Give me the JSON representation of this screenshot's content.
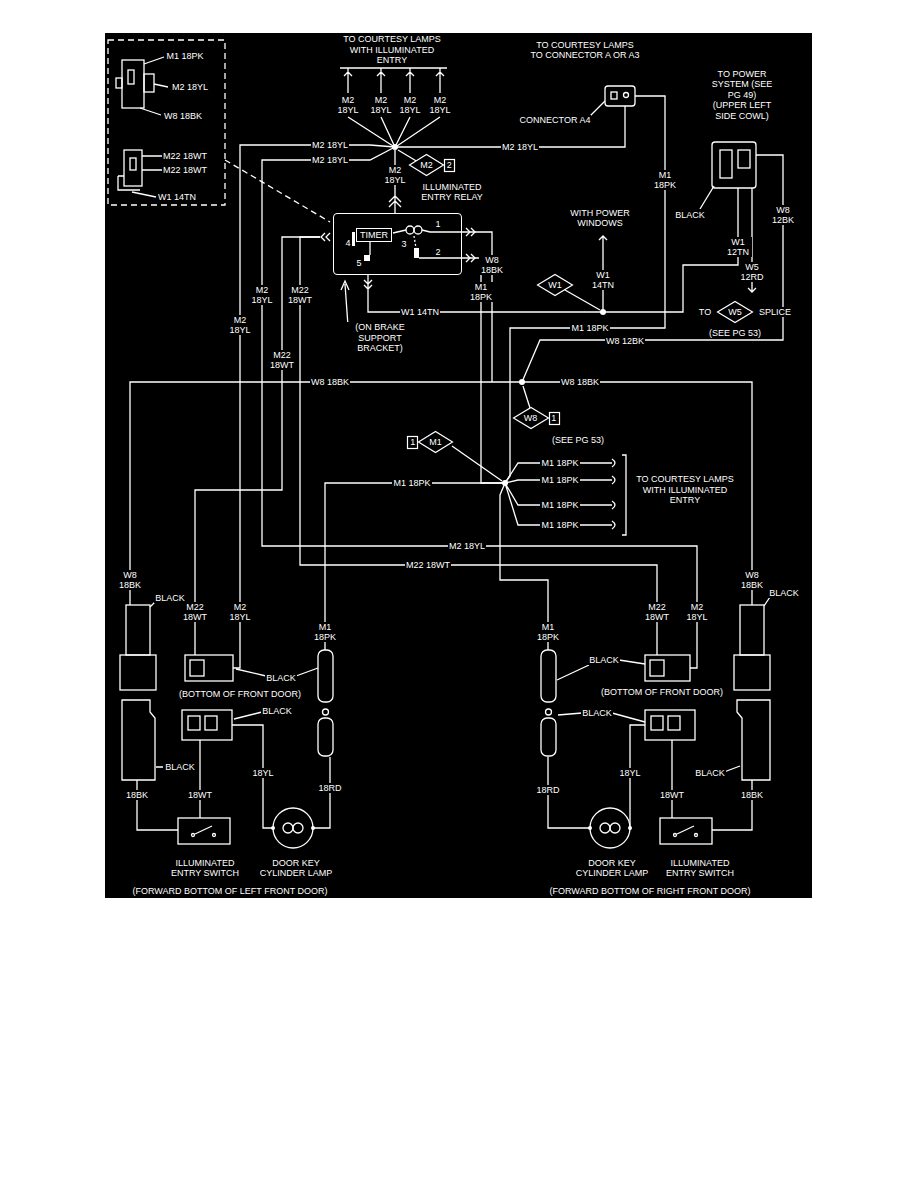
{
  "diagram": {
    "nodes": [
      {
        "text": [
          "M2",
          "2"
        ]
      },
      {
        "text": [
          "1",
          "4",
          "3",
          "2",
          "5"
        ]
      },
      {
        "text": [
          "TIMER"
        ],
        "in": 1
      },
      {
        "text": [
          "W1"
        ]
      },
      {
        "text": [
          "W5"
        ]
      },
      {
        "text": [
          "W8",
          "1"
        ]
      },
      {
        "text": [
          "1",
          "M1"
        ]
      }
    ],
    "labels": [
      "M1 18PK",
      "M2 18YL",
      "W8 18BK",
      "M22 18WT",
      "M22 18WT",
      "W1 14TN",
      "TO COURTESY LAMPS WITH ILLUMINATED ENTRY",
      "TO COURTESY LAMPS TO CONNECTOR A OR A3",
      "M2 18YL",
      "M2 18YL",
      "M2 18YL",
      "M2 18YL",
      "M2 18YL",
      "M2 18YL",
      "M2 18YL",
      "CONNECTOR A4",
      "M1 18PK",
      "TO POWER SYSTEM (SEE PG 49) (UPPER LEFT SIDE COWL)",
      "M2 18YL",
      "ILLUMINATED ENTRY RELAY",
      "WITH POWER WINDOWS",
      "BLACK",
      "W1 12TN",
      "W8 12BK",
      "W5 12RD",
      "W1 14TN",
      "W8 18BK",
      "M1 18PK",
      "M2 18YL",
      "M22 18WT",
      "M2 18YL",
      "M22 18WT",
      "W1 14TN",
      "(ON BRAKE SUPPORT BRACKET)",
      "TO",
      "SPLICE",
      "(SEE PG 53)",
      "M1 18PK",
      "W8 12BK",
      "W8 18BK",
      "W8 18BK",
      "(SEE PG 53)",
      "M1 18PK",
      "M1 18PK",
      "M1 18PK",
      "M1 18PK",
      "M1 18PK",
      "TO COURTESY LAMPS WITH ILLUMINATED ENTRY",
      "M2 18YL",
      "M22 18WT",
      "W8 18BK",
      "BLACK",
      "M22 18WT",
      "M2 18YL",
      "M1 18PK",
      "BLACK",
      "(BOTTOM OF FRONT DOOR)",
      "BLACK",
      "BLACK",
      "18BK",
      "18WT",
      "18YL",
      "18RD",
      "ILLUMINATED ENTRY SWITCH",
      "DOOR KEY CYLINDER LAMP",
      "(FORWARD BOTTOM OF LEFT FRONT DOOR)",
      "M1 18PK",
      "M22 18WT",
      "M2 18YL",
      "W8 18BK",
      "BLACK",
      "BLACK",
      "(BOTTOM OF FRONT DOOR)",
      "BLACK",
      "BLACK",
      "18RD",
      "18YL",
      "18WT",
      "18BK",
      "DOOR KEY CYLINDER LAMP",
      "ILLUMINATED ENTRY SWITCH",
      "(FORWARD BOTTOM OF RIGHT FRONT DOOR)"
    ]
  }
}
